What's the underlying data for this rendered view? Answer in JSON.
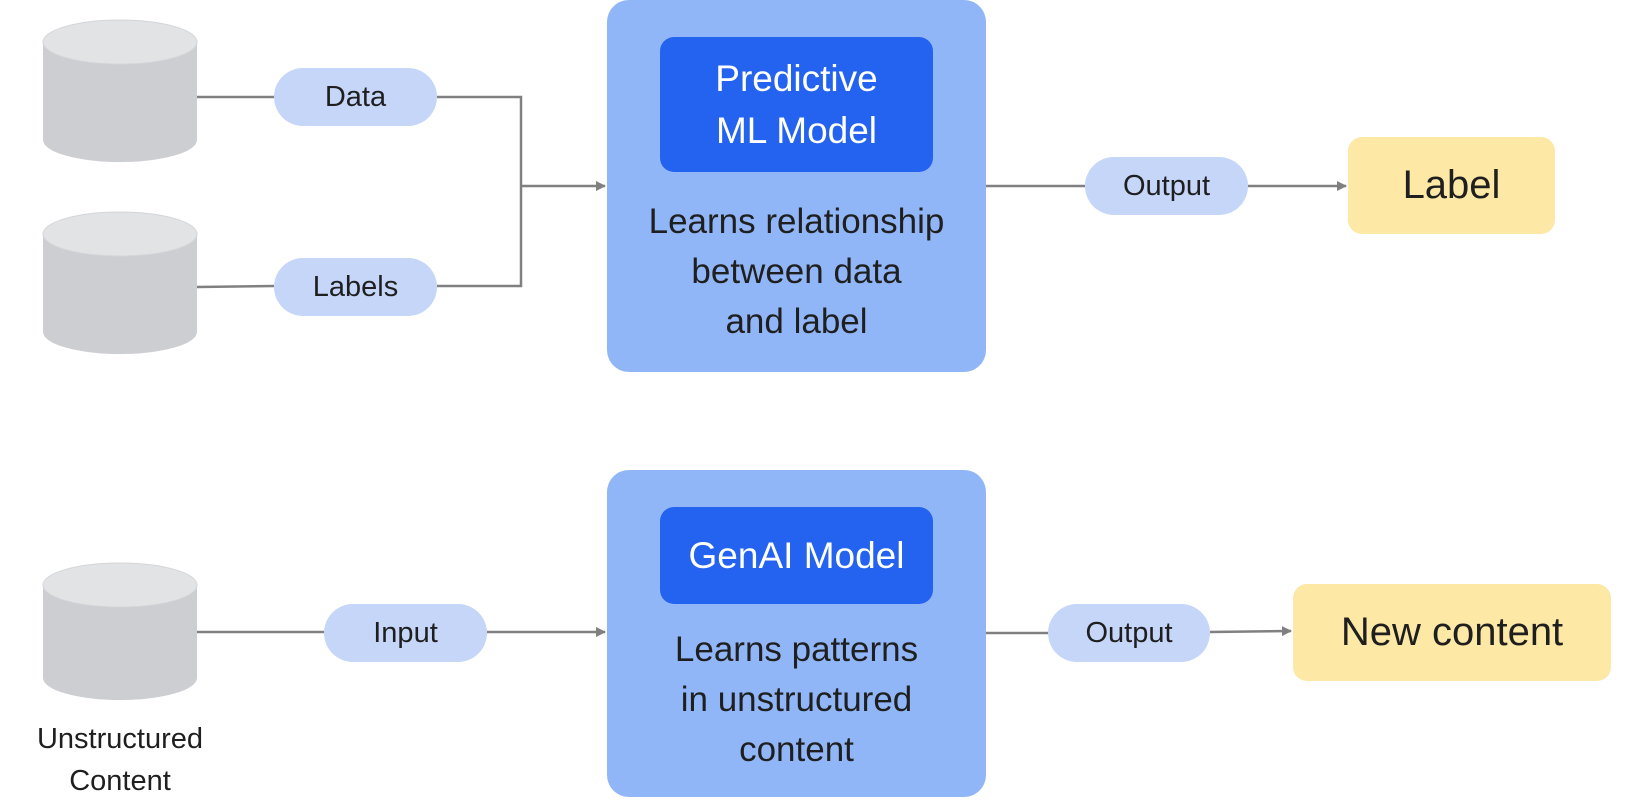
{
  "predictive": {
    "data_label": "Data",
    "labels_label": "Labels",
    "model_title": "Predictive\nML Model",
    "model_description": "Learns relationship\nbetween data\nand label",
    "output_label": "Output",
    "result_label": "Label"
  },
  "genai": {
    "input_label": "Input",
    "source_caption": "Unstructured\nContent",
    "model_title": "GenAI Model",
    "model_description": "Learns patterns\nin unstructured\ncontent",
    "output_label": "Output",
    "result_label": "New content"
  },
  "colors": {
    "database": "#cdced1",
    "database_top": "#e2e3e5",
    "pill": "#c5d6f9",
    "model_panel": "#90b6f7",
    "model_title": "#2463ef",
    "result": "#fde8a6",
    "connector": "#808080"
  }
}
